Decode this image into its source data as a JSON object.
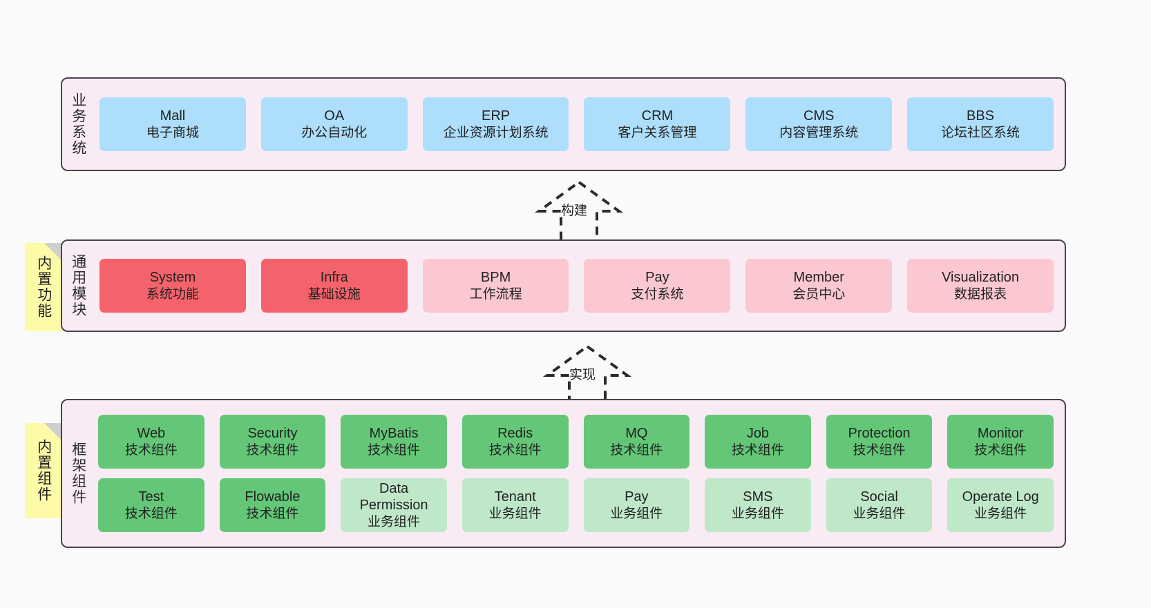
{
  "layers": [
    {
      "id": "business",
      "title": "业务系统",
      "palette": "c-blue",
      "rows": [
        [
          {
            "name": "Mall",
            "desc": "电子商城"
          },
          {
            "name": "OA",
            "desc": "办公自动化"
          },
          {
            "name": "ERP",
            "desc": "企业资源计划系统"
          },
          {
            "name": "CRM",
            "desc": "客户关系管理"
          },
          {
            "name": "CMS",
            "desc": "内容管理系统"
          },
          {
            "name": "BBS",
            "desc": "论坛社区系统"
          }
        ]
      ]
    },
    {
      "id": "modules",
      "title": "通用模块",
      "rows": [
        [
          {
            "name": "System",
            "desc": "系统功能",
            "palette": "c-red"
          },
          {
            "name": "Infra",
            "desc": "基础设施",
            "palette": "c-red"
          },
          {
            "name": "BPM",
            "desc": "工作流程",
            "palette": "c-pink"
          },
          {
            "name": "Pay",
            "desc": "支付系统",
            "palette": "c-pink"
          },
          {
            "name": "Member",
            "desc": "会员中心",
            "palette": "c-pink"
          },
          {
            "name": "Visualization",
            "desc": "数据报表",
            "palette": "c-pink"
          }
        ]
      ]
    },
    {
      "id": "framework",
      "title": "框架组件",
      "rows": [
        [
          {
            "name": "Web",
            "desc": "技术组件",
            "palette": "c-green"
          },
          {
            "name": "Security",
            "desc": "技术组件",
            "palette": "c-green"
          },
          {
            "name": "MyBatis",
            "desc": "技术组件",
            "palette": "c-green"
          },
          {
            "name": "Redis",
            "desc": "技术组件",
            "palette": "c-green"
          },
          {
            "name": "MQ",
            "desc": "技术组件",
            "palette": "c-green"
          },
          {
            "name": "Job",
            "desc": "技术组件",
            "palette": "c-green"
          },
          {
            "name": "Protection",
            "desc": "技术组件",
            "palette": "c-green"
          },
          {
            "name": "Monitor",
            "desc": "技术组件",
            "palette": "c-green"
          }
        ],
        [
          {
            "name": "Test",
            "desc": "技术组件",
            "palette": "c-green"
          },
          {
            "name": "Flowable",
            "desc": "技术组件",
            "palette": "c-green"
          },
          {
            "name": "Data Permission",
            "desc": "业务组件",
            "palette": "c-greenlight"
          },
          {
            "name": "Tenant",
            "desc": "业务组件",
            "palette": "c-greenlight"
          },
          {
            "name": "Pay",
            "desc": "业务组件",
            "palette": "c-greenlight"
          },
          {
            "name": "SMS",
            "desc": "业务组件",
            "palette": "c-greenlight"
          },
          {
            "name": "Social",
            "desc": "业务组件",
            "palette": "c-greenlight"
          },
          {
            "name": "Operate Log",
            "desc": "业务组件",
            "palette": "c-greenlight"
          }
        ]
      ]
    }
  ],
  "notes": [
    {
      "id": "note-modules",
      "text": "内置功能"
    },
    {
      "id": "note-framework",
      "text": "内置组件"
    }
  ],
  "connectors": [
    {
      "id": "build",
      "label": "构建"
    },
    {
      "id": "impl",
      "label": "实现"
    }
  ],
  "colors": {
    "background": "#fafafa",
    "layer_fill": "#f9ebf4",
    "layer_border": "#4a434e",
    "blue": "#addefb",
    "red": "#f4636b",
    "pink": "#fbc7d0",
    "green": "#63c777",
    "green_light": "#bfe8c8",
    "note_fill": "#fdfaa8",
    "note_fold": "#cfcfcf"
  }
}
